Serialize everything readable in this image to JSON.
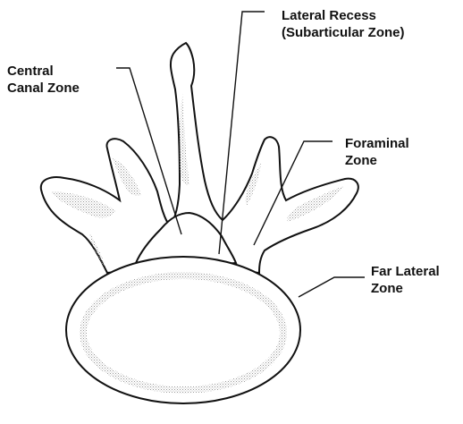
{
  "labels": {
    "lateral_recess": {
      "line1": "Lateral Recess",
      "line2": "(Subarticular Zone)"
    },
    "central_canal": {
      "line1": "Central",
      "line2": "Canal Zone"
    },
    "foraminal": {
      "line1": "Foraminal",
      "line2": "Zone"
    },
    "far_lateral": {
      "line1": "Far Lateral",
      "line2": "Zone"
    }
  },
  "colors": {
    "outline": "#111111",
    "fill": "#ffffff",
    "stipple": "#9a9a9a"
  }
}
